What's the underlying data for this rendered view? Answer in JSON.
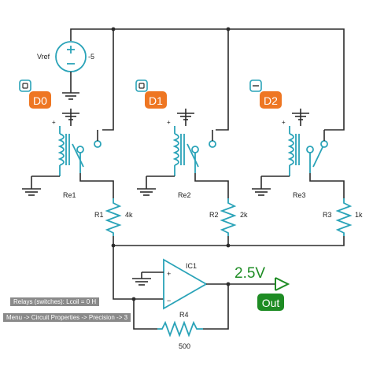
{
  "source": {
    "name": "Vref",
    "value": "-5"
  },
  "digits": [
    {
      "badge": "D0",
      "state": "on"
    },
    {
      "badge": "D1",
      "state": "on"
    },
    {
      "badge": "D2",
      "state": "off"
    }
  ],
  "relays": [
    {
      "name": "Re1"
    },
    {
      "name": "Re2"
    },
    {
      "name": "Re3"
    }
  ],
  "resistors": [
    {
      "name": "R1",
      "value": "4k"
    },
    {
      "name": "R2",
      "value": "2k"
    },
    {
      "name": "R3",
      "value": "1k"
    },
    {
      "name": "R4",
      "value": "500"
    }
  ],
  "opamp": {
    "name": "IC1",
    "plus": "+",
    "minus": "−"
  },
  "output": {
    "value": "2.5V",
    "label": "Out"
  },
  "notes": [
    "Relays (switches): Lcoil = 0 H",
    "Menu -> Circuit Properties -> Precision -> 3"
  ],
  "colors": {
    "badge_on": "#ee7622",
    "output_green": "#1e8c24",
    "component": "#2aa3b8",
    "wire": "#2b2b2b"
  }
}
